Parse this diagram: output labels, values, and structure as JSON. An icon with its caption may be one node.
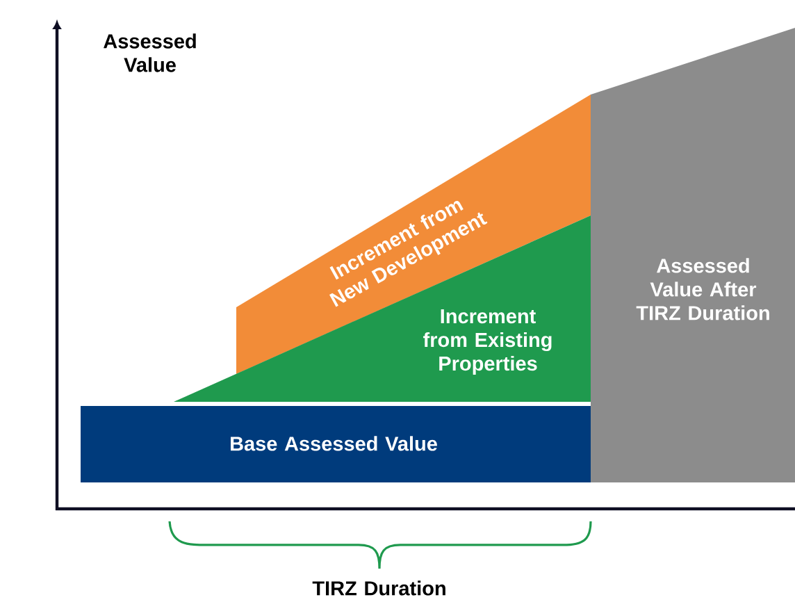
{
  "diagram": {
    "nodes": [
      {
        "text": [
          "Increment from New Development"
        ]
      },
      {
        "text": [
          "Increment from Existing Properties"
        ]
      },
      {
        "text": [
          "Base Assessed Value"
        ]
      },
      {
        "text": [
          "Assessed Value After TIRZ Duration"
        ]
      }
    ],
    "labels": [
      "Assessed Value",
      "TIRZ Duration"
    ]
  }
}
